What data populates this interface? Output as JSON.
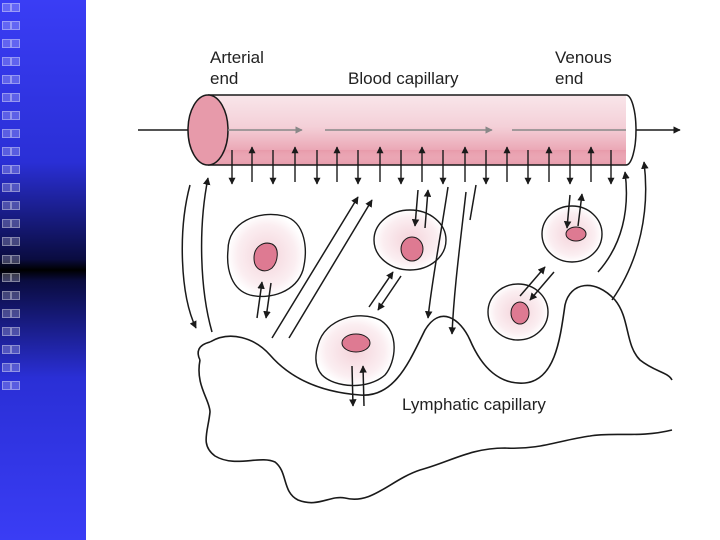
{
  "labels": {
    "arterial_line1": "Arterial",
    "arterial_line2": "end",
    "blood_capillary": "Blood capillary",
    "venous_line1": "Venous",
    "venous_line2": "end",
    "lymphatic_capillary": "Lymphatic capillary"
  },
  "colors": {
    "sidebar_blue": "#3a3df5",
    "capillary_pink": "#e8a3b0",
    "cell_nucleus": "#d9748a",
    "cell_body": "#f6e3e7",
    "line": "#1a1a1a"
  }
}
